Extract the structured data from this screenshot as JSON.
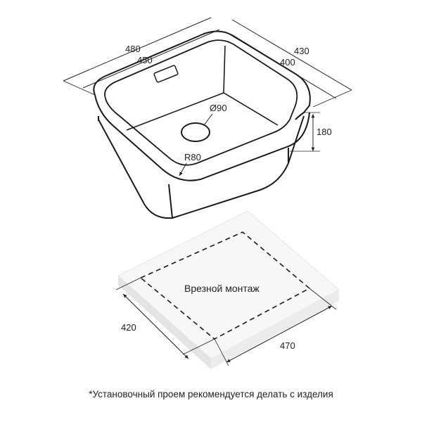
{
  "sink": {
    "outer_length": "480",
    "inner_length": "450",
    "outer_width": "430",
    "inner_width": "400",
    "depth": "180",
    "drain_diameter": "Ø90",
    "corner_radius": "R80"
  },
  "cutout": {
    "label": "Врезной монтаж",
    "width": "420",
    "length": "470"
  },
  "footnote": "*Установочный проем рекомендуется делать с изделия",
  "colors": {
    "line": "#1a1a1a",
    "countertop_top": "#f7f7f7",
    "countertop_side": "#e4e4e4"
  }
}
